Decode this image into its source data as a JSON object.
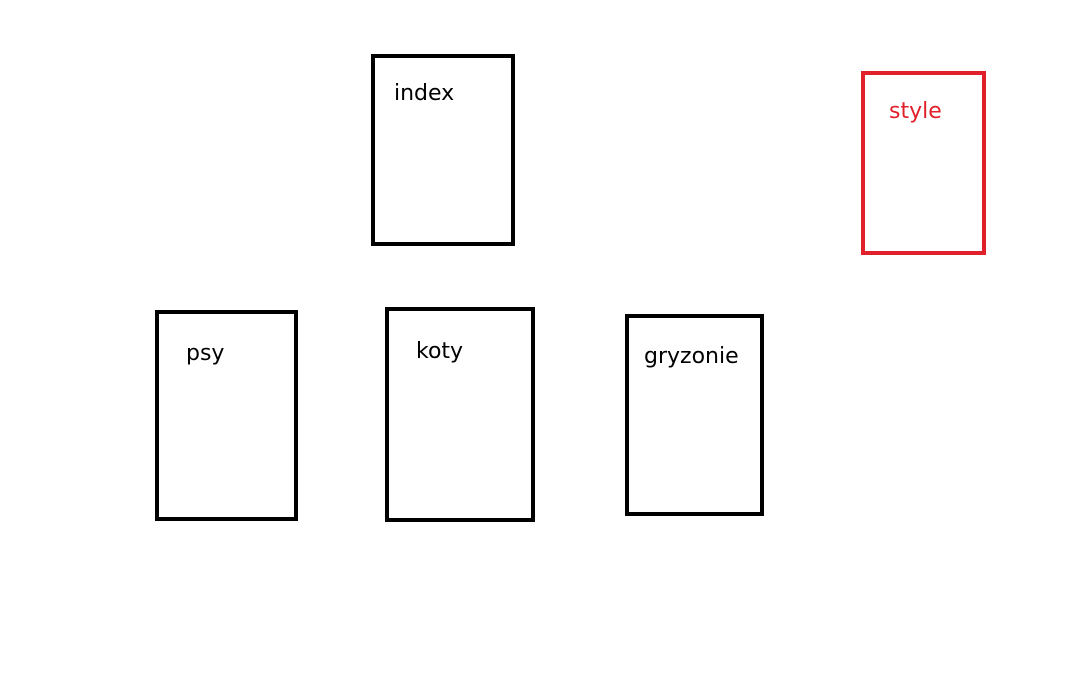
{
  "boxes": {
    "index": {
      "label": "index",
      "color": "#000000"
    },
    "style": {
      "label": "style",
      "color": "#e0202a"
    },
    "psy": {
      "label": "psy",
      "color": "#000000"
    },
    "koty": {
      "label": "koty",
      "color": "#000000"
    },
    "gryzonie": {
      "label": "gryzonie",
      "color": "#000000"
    }
  }
}
